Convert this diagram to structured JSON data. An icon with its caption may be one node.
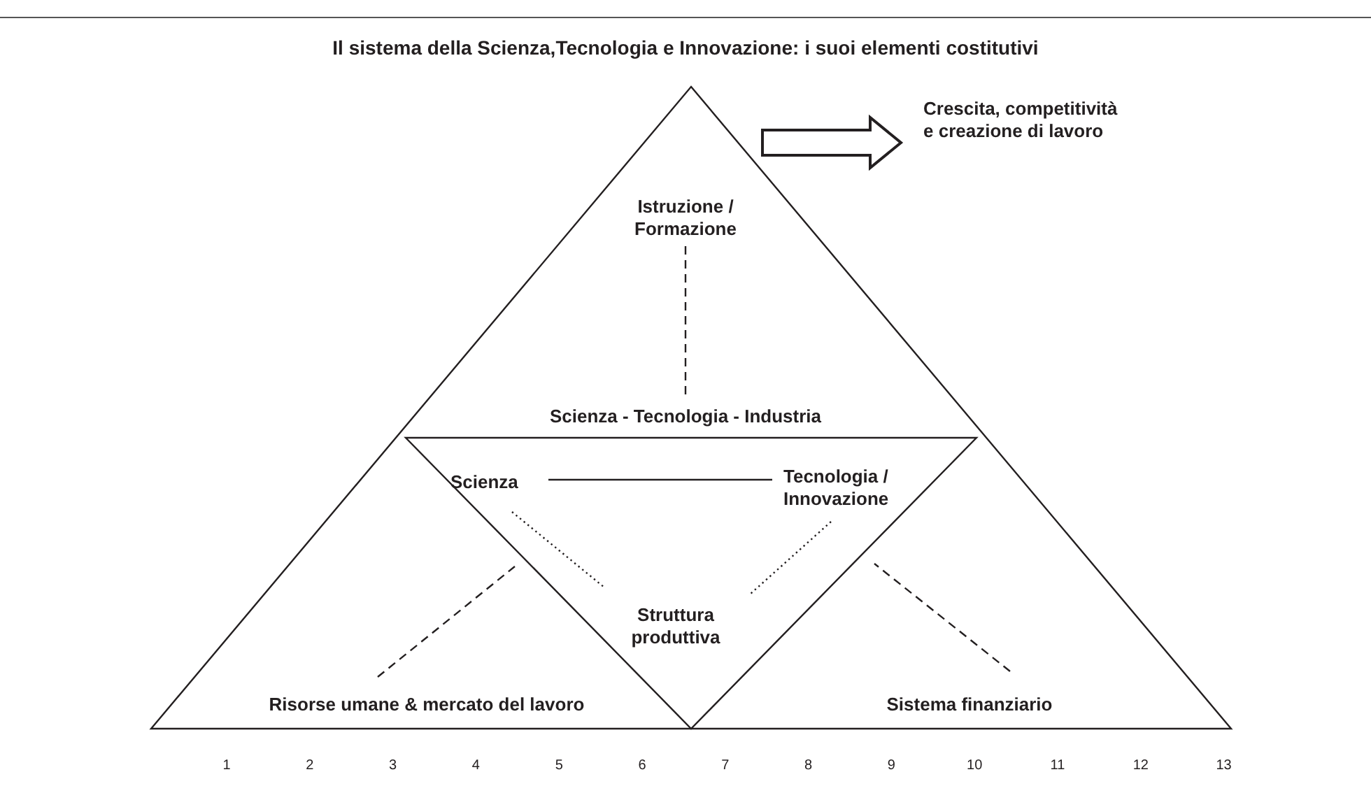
{
  "diagram": {
    "title": "Il sistema della Scienza,Tecnologia e Innovazione: i suoi elementi costitutivi",
    "nodes": [
      {
        "text": [],
        "shape": "triangle"
      },
      {
        "text": [
          "Istruzione / Formazione"
        ],
        "in": 0
      },
      {
        "text": [
          "Scienza - Tecnologia - Industria"
        ],
        "in": 0
      },
      {
        "text": [],
        "shape": "triangle",
        "in": 0
      },
      {
        "text": [
          "Scienza"
        ],
        "in": 3
      },
      {
        "text": [
          "Tecnologia / Innovazione"
        ],
        "in": 3
      },
      {
        "text": [
          "Struttura produttiva"
        ],
        "in": 3
      },
      {
        "text": [
          "Risorse umane & mercato del lavoro"
        ],
        "in": 0
      },
      {
        "text": [
          "Sistema finanziario"
        ],
        "in": 0
      },
      {
        "text": [
          "Crescita, competitività e creazione di lavoro"
        ]
      }
    ],
    "edges": [
      {
        "from": 0,
        "to": 9,
        "arrow": "to"
      },
      {
        "from": 1,
        "to": 2,
        "arrow": "none",
        "style": "dashed"
      },
      {
        "from": 4,
        "to": 5,
        "arrow": "none"
      },
      {
        "from": 4,
        "to": 6,
        "arrow": "none",
        "style": "dashed"
      },
      {
        "from": 5,
        "to": 6,
        "arrow": "none",
        "style": "dashed"
      },
      {
        "from": 7,
        "to": 3,
        "arrow": "none",
        "style": "dashed"
      },
      {
        "from": 8,
        "to": 3,
        "arrow": "none",
        "style": "dashed"
      }
    ],
    "labels": [
      "1",
      "2",
      "3",
      "4",
      "5",
      "6",
      "7",
      "8",
      "9",
      "10",
      "11",
      "12",
      "13"
    ]
  }
}
